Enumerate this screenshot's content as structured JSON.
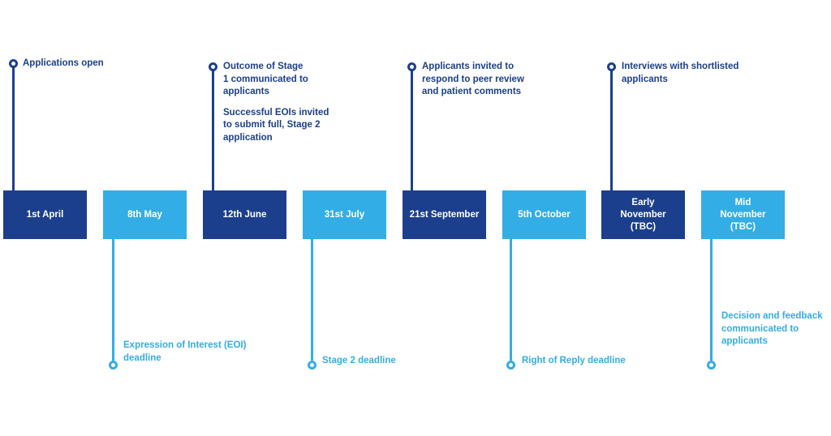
{
  "colors": {
    "dark": "#1b3f8c",
    "light": "#33ade6",
    "background": "#ffffff"
  },
  "milestones": [
    {
      "date": "1st April",
      "label": [
        "Applications open"
      ],
      "side": "top",
      "style": "dark"
    },
    {
      "date": "8th May",
      "label": [
        "Expression of Interest (EOI)\ndeadline"
      ],
      "side": "bottom",
      "style": "light"
    },
    {
      "date": "12th June",
      "label": [
        "Outcome of Stage\n1 communicated to\napplicants",
        "Successful EOIs invited\nto submit full, Stage 2\napplication"
      ],
      "side": "top",
      "style": "dark"
    },
    {
      "date": "31st July",
      "label": [
        "Stage 2 deadline"
      ],
      "side": "bottom",
      "style": "light"
    },
    {
      "date": "21st September",
      "label": [
        "Applicants invited to\nrespond to peer review\nand patient comments"
      ],
      "side": "top",
      "style": "dark"
    },
    {
      "date": "5th October",
      "label": [
        "Right of Reply deadline"
      ],
      "side": "bottom",
      "style": "light"
    },
    {
      "date": "Early\nNovember\n(TBC)",
      "label": [
        "Interviews with shortlisted\napplicants"
      ],
      "side": "top",
      "style": "dark"
    },
    {
      "date": "Mid\nNovember\n(TBC)",
      "label": [
        "Decision and feedback\ncommunicated to\napplicants"
      ],
      "side": "bottom",
      "style": "light"
    }
  ]
}
